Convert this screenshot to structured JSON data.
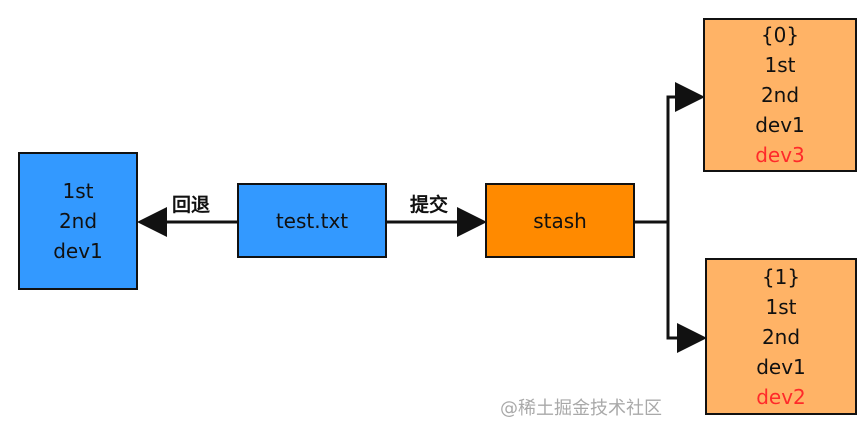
{
  "colors": {
    "working": "#3399ff",
    "stash": "#ff8a00",
    "stash_entry": "#ffb366",
    "highlight": "#ff2a2a"
  },
  "reverted": {
    "lines": [
      "1st",
      "2nd",
      "dev1"
    ]
  },
  "file": {
    "label": "test.txt"
  },
  "stash": {
    "label": "stash"
  },
  "edges": {
    "revert": "回退",
    "commit": "提交"
  },
  "entries": [
    {
      "lines": [
        "{0}",
        "1st",
        "2nd",
        "dev1"
      ],
      "highlight": "dev3"
    },
    {
      "lines": [
        "{1}",
        "1st",
        "2nd",
        "dev1"
      ],
      "highlight": "dev2"
    }
  ],
  "watermark": "@稀土掘金技术社区"
}
